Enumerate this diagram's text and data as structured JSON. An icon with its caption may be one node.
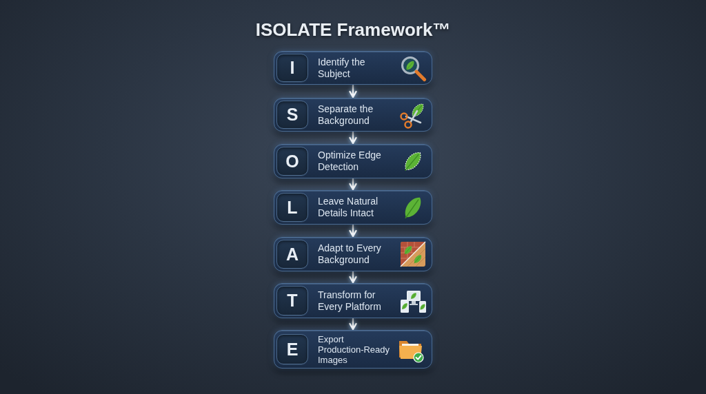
{
  "diagram": {
    "title": "ISOLATE Framework™",
    "nodes": [
      {
        "text": [
          "I",
          "Identify the Subject"
        ]
      },
      {
        "text": [
          "S",
          "Separate the Background"
        ]
      },
      {
        "text": [
          "O",
          "Optimize Edge Detection"
        ]
      },
      {
        "text": [
          "L",
          "Leave Natural Details Intact"
        ]
      },
      {
        "text": [
          "A",
          "Adapt to Every Background"
        ]
      },
      {
        "text": [
          "T",
          "Transform for Every Platform"
        ]
      },
      {
        "text": [
          "E",
          "Export Production-Ready Images"
        ]
      }
    ],
    "edges": [
      {
        "from": 0,
        "to": 1,
        "arrow": "to"
      },
      {
        "from": 1,
        "to": 2,
        "arrow": "to"
      },
      {
        "from": 2,
        "to": 3,
        "arrow": "to"
      },
      {
        "from": 3,
        "to": 4,
        "arrow": "to"
      },
      {
        "from": 4,
        "to": 5,
        "arrow": "to"
      },
      {
        "from": 5,
        "to": 6,
        "arrow": "to"
      }
    ]
  }
}
